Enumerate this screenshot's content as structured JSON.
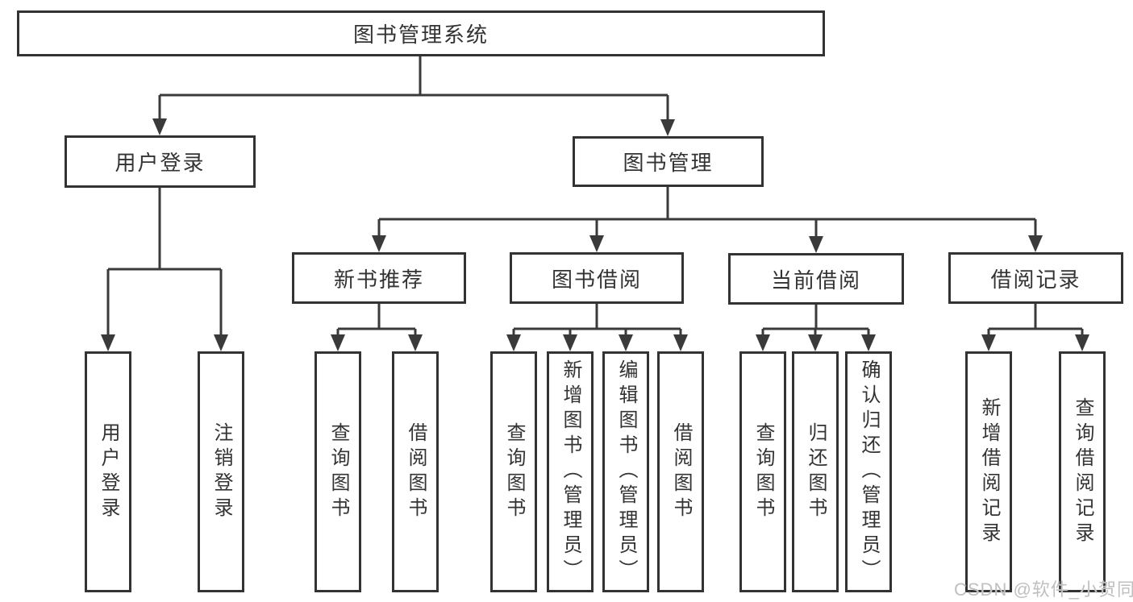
{
  "tree": {
    "label": "图书管理系统",
    "children": [
      {
        "label": "用户登录",
        "children": [
          {
            "label": "用户登录"
          },
          {
            "label": "注销登录"
          }
        ]
      },
      {
        "label": "图书管理",
        "children": [
          {
            "label": "新书推荐",
            "children": [
              {
                "label": "查询图书"
              },
              {
                "label": "借阅图书"
              }
            ]
          },
          {
            "label": "图书借阅",
            "children": [
              {
                "label": "查询图书"
              },
              {
                "label": "新增图书（管理员）"
              },
              {
                "label": "编辑图书（管理员）"
              },
              {
                "label": "借阅图书"
              }
            ]
          },
          {
            "label": "当前借阅",
            "children": [
              {
                "label": "查询图书"
              },
              {
                "label": "归还图书"
              },
              {
                "label": "确认归还（管理员）"
              }
            ]
          },
          {
            "label": "借阅记录",
            "children": [
              {
                "label": "新增借阅记录"
              },
              {
                "label": "查询借阅记录"
              }
            ]
          }
        ]
      }
    ]
  },
  "watermark": {
    "text": "CSDN @软件_小贺同学"
  },
  "colors": {
    "line": "#3a3a3a",
    "box_border": "#333333",
    "text": "#333333",
    "watermark": "#bfbfbf",
    "background": "#ffffff"
  }
}
